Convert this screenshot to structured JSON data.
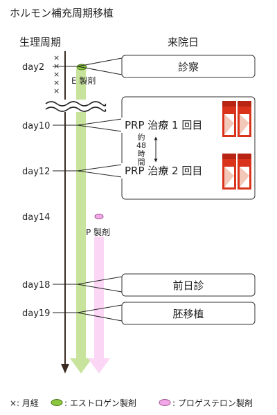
{
  "title": "ホルモン補充周期移植",
  "columns": {
    "cycle": "生理周期",
    "visit": "来院日"
  },
  "menstruation_mark": "×",
  "days": {
    "day2": "day2",
    "day10": "day10",
    "day12": "day12",
    "day14": "day14",
    "day18": "day18",
    "day19": "day19"
  },
  "drugs": {
    "estrogen": {
      "label": "E 製剤",
      "color": "#c8e39c",
      "tablet_color": "#8cc63f"
    },
    "progesterone": {
      "label": "P 製剤",
      "color": "#fbd6f5",
      "tablet_color": "#f2a7e6"
    }
  },
  "visits": {
    "exam": "診察",
    "prp1": "PRP 治療 1 回目",
    "prp2": "PRP 治療 2 回目",
    "interval_chars": [
      "約",
      "48",
      "時",
      "間"
    ],
    "pre_exam": "前日診",
    "transfer": "胚移植"
  },
  "legend": {
    "menses": "×: 月経",
    "estrogen": ": エストロゲン製剤",
    "progesterone": ": プロゲステロン製剤"
  },
  "colors": {
    "timeline": "#3a2a22",
    "box_stroke": "#333333",
    "tube_red": "#d9331c"
  }
}
